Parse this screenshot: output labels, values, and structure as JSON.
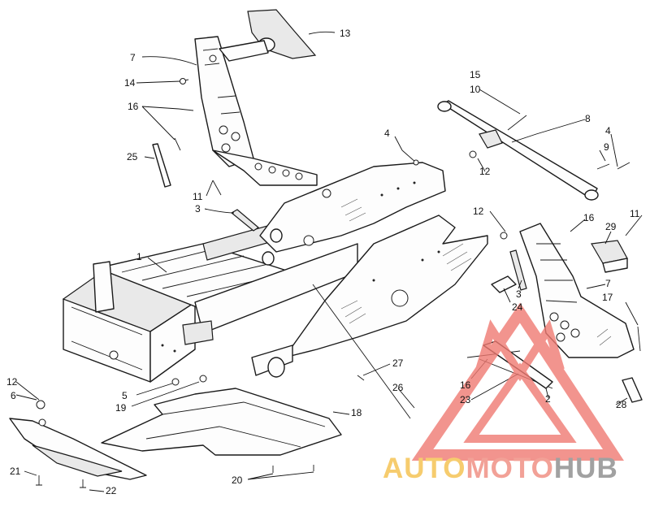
{
  "callouts": [
    {
      "id": "c1",
      "text": "1"
    },
    {
      "id": "c2",
      "text": "2"
    },
    {
      "id": "c3a",
      "text": "3"
    },
    {
      "id": "c3b",
      "text": "3"
    },
    {
      "id": "c4a",
      "text": "4"
    },
    {
      "id": "c4b",
      "text": "4"
    },
    {
      "id": "c5",
      "text": "5"
    },
    {
      "id": "c6",
      "text": "6"
    },
    {
      "id": "c7a",
      "text": "7"
    },
    {
      "id": "c7b",
      "text": "7"
    },
    {
      "id": "c8",
      "text": "8"
    },
    {
      "id": "c9",
      "text": "9"
    },
    {
      "id": "c10",
      "text": "10"
    },
    {
      "id": "c11a",
      "text": "11"
    },
    {
      "id": "c11b",
      "text": "11"
    },
    {
      "id": "c12a",
      "text": "12"
    },
    {
      "id": "c12b",
      "text": "12"
    },
    {
      "id": "c12c",
      "text": "12"
    },
    {
      "id": "c13",
      "text": "13"
    },
    {
      "id": "c14",
      "text": "14"
    },
    {
      "id": "c15",
      "text": "15"
    },
    {
      "id": "c16a",
      "text": "16"
    },
    {
      "id": "c16b",
      "text": "16"
    },
    {
      "id": "c16c",
      "text": "16"
    },
    {
      "id": "c17",
      "text": "17"
    },
    {
      "id": "c18",
      "text": "18"
    },
    {
      "id": "c19",
      "text": "19"
    },
    {
      "id": "c20",
      "text": "20"
    },
    {
      "id": "c21",
      "text": "21"
    },
    {
      "id": "c22",
      "text": "22"
    },
    {
      "id": "c23",
      "text": "23"
    },
    {
      "id": "c24",
      "text": "24"
    },
    {
      "id": "c25",
      "text": "25"
    },
    {
      "id": "c26",
      "text": "26"
    },
    {
      "id": "c27",
      "text": "27"
    },
    {
      "id": "c28",
      "text": "28"
    },
    {
      "id": "c29",
      "text": "29"
    }
  ],
  "watermark": {
    "part1": "AUTO",
    "part2": "MOTO",
    "part3": "HUB",
    "color_auto": "#f5c04a",
    "color_moto": "#f08a7e",
    "color_hub": "#8a8a8a",
    "triangle_color": "#f07a72"
  }
}
